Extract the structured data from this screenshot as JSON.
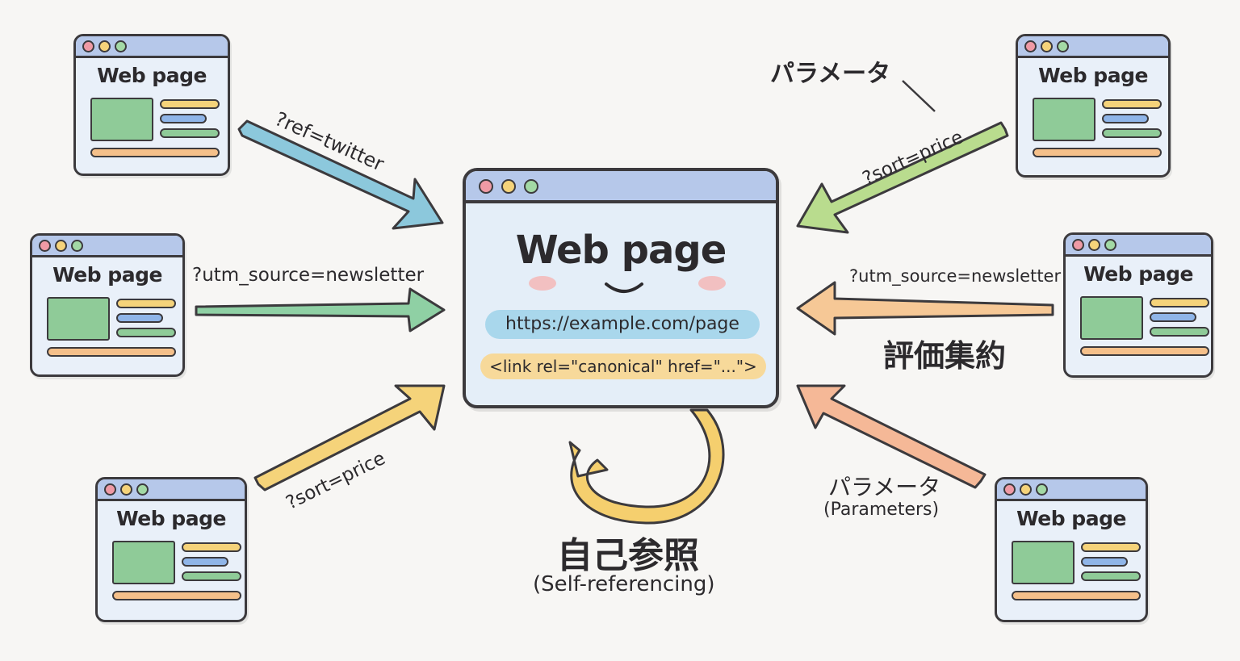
{
  "center": {
    "title": "Web page",
    "url": "https://example.com/page",
    "canonical": "<link rel=\"canonical\" href=\"...\">"
  },
  "pages": {
    "top_left": "Web page",
    "mid_left": "Web page",
    "bottom_left": "Web page",
    "top_right": "Web page",
    "mid_right": "Web page",
    "bottom_right": "Web page"
  },
  "labels": {
    "ref_twitter": "?ref=twitter",
    "utm_left": "?utm_source=newsletter",
    "sort_left": "?sort=price",
    "sort_right": "?sort=price",
    "utm_right": "?utm_source=newsletter",
    "params_top": "パラメータ",
    "consolidation": "評価集約",
    "params_bottom": "パラメータ",
    "params_bottom_en": "(Parameters)",
    "self_ref": "自己参照",
    "self_ref_en": "(Self-referencing)"
  },
  "colors": {
    "arrow_blue": "#8cc8dc",
    "arrow_green": "#8fd0a4",
    "arrow_yellow": "#f5d37a",
    "arrow_lightgreen": "#b9dc8e",
    "arrow_orange": "#f6c896",
    "arrow_peach": "#f5b897",
    "loop": "#f5cf6e"
  }
}
